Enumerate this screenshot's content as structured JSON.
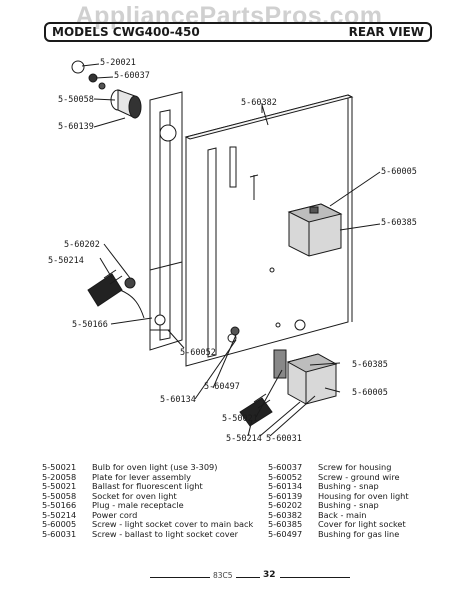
{
  "watermark": "AppliancePartsPros.com",
  "header": {
    "title": "MODELS CWG400-450",
    "view": "REAR VIEW"
  },
  "callouts": {
    "p20021": "5-20021",
    "p60037": "5-60037",
    "p50058": "5-50058",
    "p60139": "5-60139",
    "p60382": "5-60382",
    "p60005a": "5-60005",
    "p60385a": "5-60385",
    "p60202": "5-60202",
    "p50214a": "5-50214",
    "p50166": "5-50166",
    "p60052": "5-60052",
    "p60385b": "5-60385",
    "p60497": "5-60497",
    "p60134": "5-60134",
    "p60005b": "5-60005",
    "p50021": "5-50021",
    "p50214b": "5-50214",
    "p60031": "5-60031"
  },
  "legend_left": [
    {
      "part": "5-50021",
      "desc": "Bulb for oven light (use 3-309)"
    },
    {
      "part": "5-20058",
      "desc": "Plate for lever assembly"
    },
    {
      "part": "5-50021",
      "desc": "Ballast for fluorescent light"
    },
    {
      "part": "5-50058",
      "desc": "Socket for oven light"
    },
    {
      "part": "5-50166",
      "desc": "Plug - male receptacle"
    },
    {
      "part": "5-50214",
      "desc": "Power cord"
    },
    {
      "part": "5-60005",
      "desc": "Screw - light socket cover to main back"
    },
    {
      "part": "5-60031",
      "desc": "Screw - ballast to light socket cover"
    }
  ],
  "legend_right": [
    {
      "part": "5-60037",
      "desc": "Screw for housing"
    },
    {
      "part": "5-60052",
      "desc": "Screw - ground wire"
    },
    {
      "part": "5-60134",
      "desc": "Bushing - snap"
    },
    {
      "part": "5-60139",
      "desc": "Housing for oven light"
    },
    {
      "part": "5-60202",
      "desc": "Bushing - snap"
    },
    {
      "part": "5-60382",
      "desc": "Back - main"
    },
    {
      "part": "5-60385",
      "desc": "Cover for light socket"
    },
    {
      "part": "5-60497",
      "desc": "Bushing for gas line"
    }
  ],
  "footer": {
    "code": "83C5",
    "page": "32"
  }
}
